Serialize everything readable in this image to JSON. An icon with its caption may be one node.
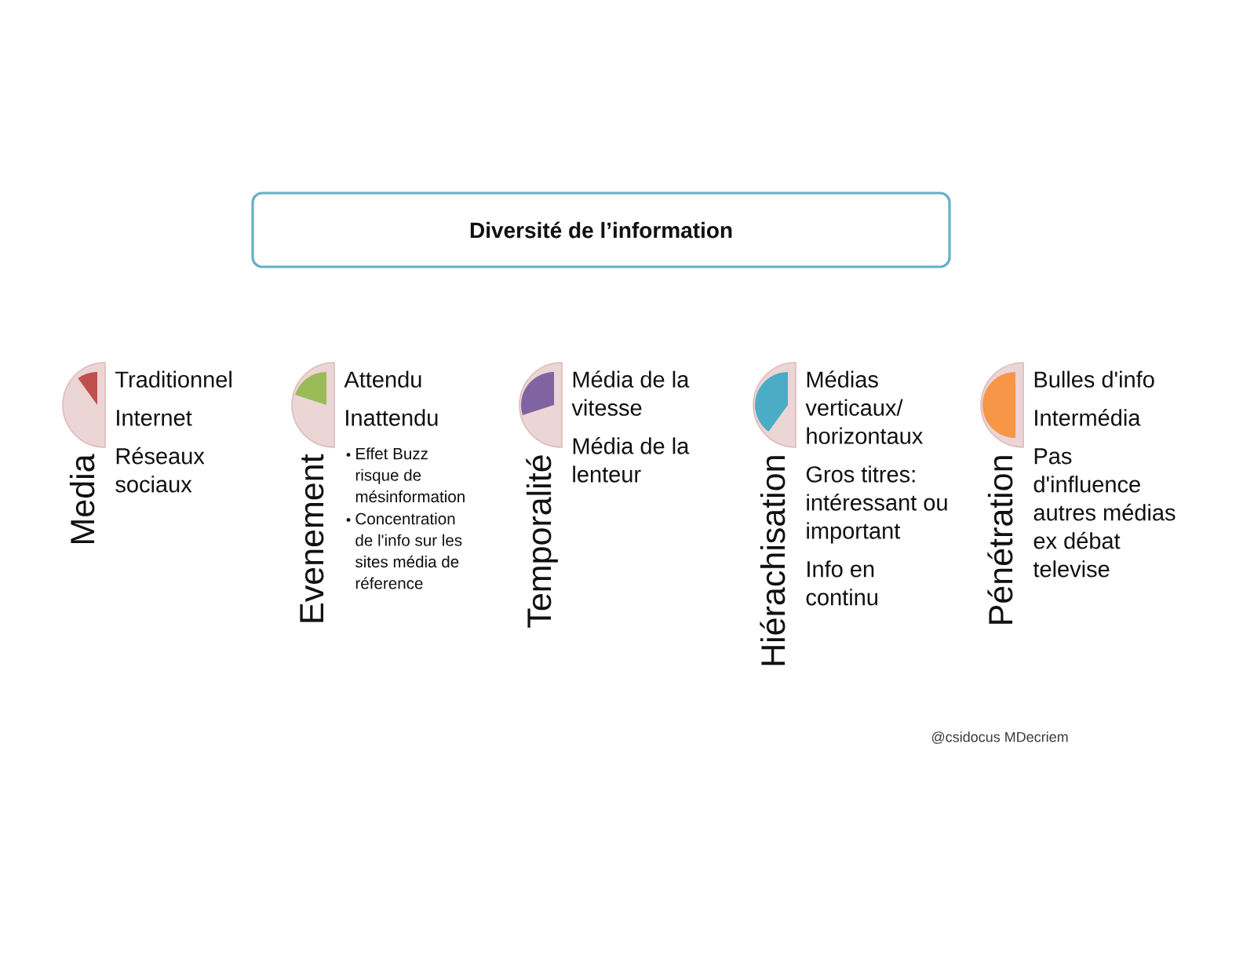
{
  "diagram": {
    "nodes": [
      {
        "text": [
          "Diversité de l’information"
        ]
      },
      {
        "text": [],
        "shape": "semicircle",
        "beside": [
          "Media",
          "Traditionnel",
          "Internet",
          "Réseaux sociaux"
        ]
      },
      {
        "text": [],
        "shape": "semicircle",
        "beside": [
          "Evenement",
          "Attendu",
          "Inattendu",
          "Effet Buzz risque de mésinformation",
          "Concentration de l'info sur les sites média de réference"
        ]
      },
      {
        "text": [],
        "shape": "semicircle",
        "beside": [
          "Temporalité",
          "Média de la vitesse",
          "Média de la lenteur"
        ]
      },
      {
        "text": [],
        "shape": "semicircle",
        "beside": [
          "Hiérachisation",
          "Médias verticaux/ horizontaux",
          "Gros titres: intéressant ou important",
          "Info en continu"
        ]
      },
      {
        "text": [],
        "shape": "semicircle",
        "beside": [
          "Pénétration",
          "Bulles d'info",
          "Intermédia",
          "Pas d'influence autres médias ex débat televise"
        ]
      }
    ],
    "labels": [
      "@csidocus MDecriem"
    ]
  }
}
